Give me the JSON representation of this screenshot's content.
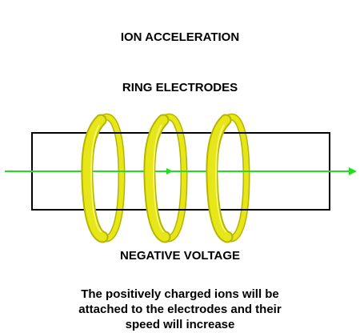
{
  "title": "ION ACCELERATION",
  "top_label": "RING ELECTRODES",
  "bottom_label": "NEGATIVE VOLTAGE",
  "caption": [
    "The positively charged ions  will be",
    "attached to the electrodes and their",
    "speed will increase"
  ],
  "colors": {
    "ring_fill": "#e6e619",
    "ring_edge": "#b5b500",
    "beam": "#22dd22",
    "tube": "#000000",
    "text": "#000000"
  },
  "icons": {
    "beam_head": "arrow-right-icon"
  }
}
